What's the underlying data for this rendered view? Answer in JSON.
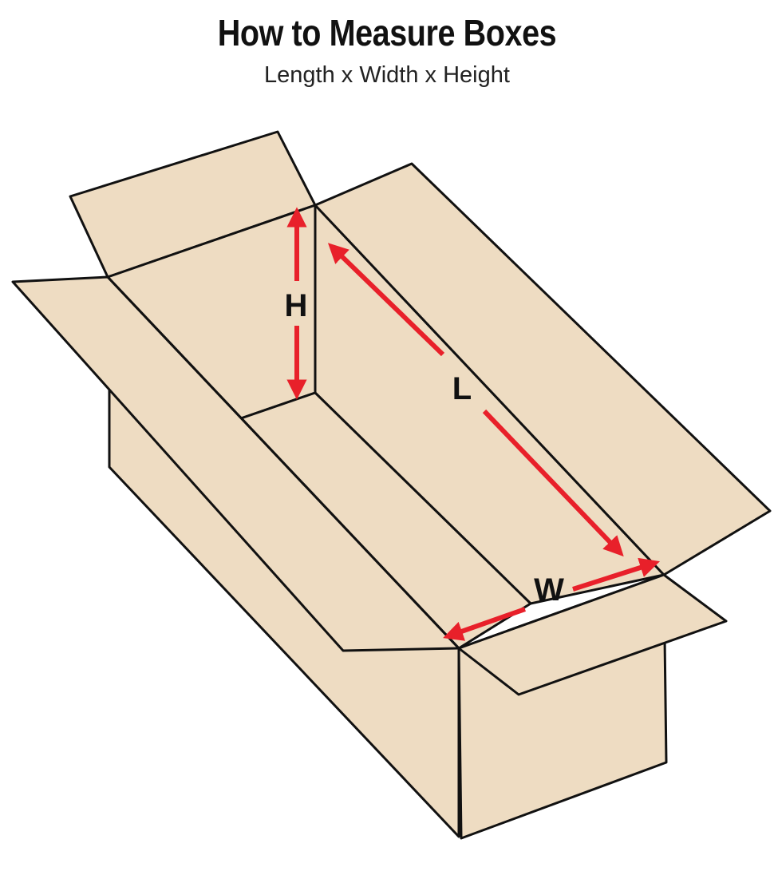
{
  "header": {
    "title": "How to Measure Boxes",
    "subtitle": "Length x Width x Height"
  },
  "dimensions": {
    "height_label": "H",
    "length_label": "L",
    "width_label": "W"
  },
  "colors": {
    "cardboard": "#eedcc2",
    "outline": "#111111",
    "arrow": "#e8202a"
  }
}
